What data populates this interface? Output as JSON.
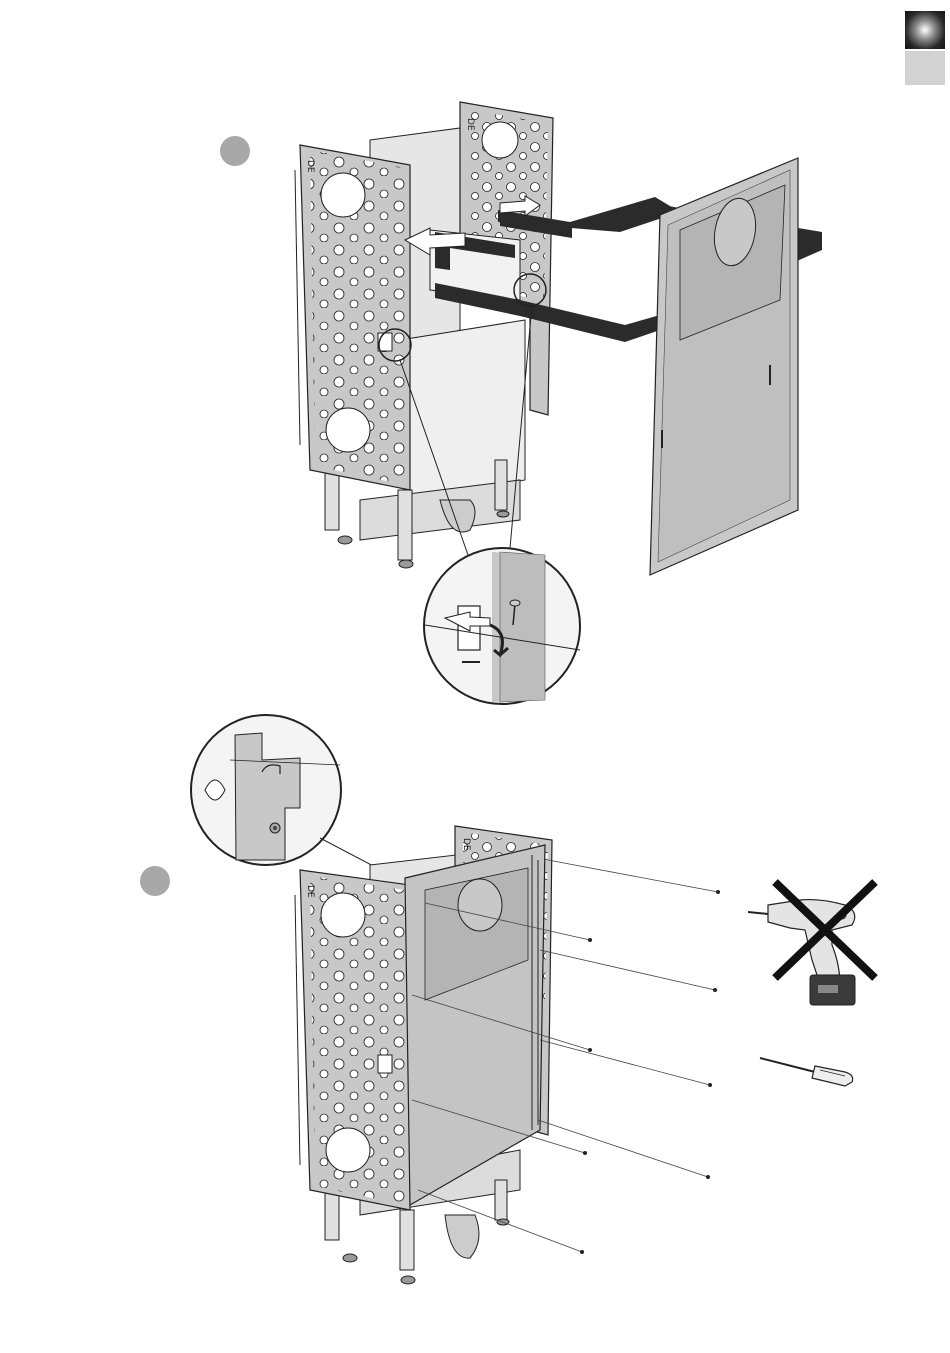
{
  "page": {
    "corner_tabs": [
      "dark-gradient-tab",
      "light-gray-tab"
    ],
    "steps": [
      {
        "id": "step-1",
        "marker": "gray-circle"
      },
      {
        "id": "step-2",
        "marker": "gray-circle"
      }
    ],
    "panel_marks": [
      "DE",
      "DE",
      "DE",
      "DE"
    ],
    "tools": [
      {
        "name": "cordless-drill-icon",
        "status": "prohibited"
      },
      {
        "name": "screwdriver-icon",
        "status": "allowed"
      }
    ],
    "colors": {
      "ink": "#222222",
      "panel": "#c8c8c8",
      "panel_dark": "#b4b4b4",
      "band": "#2b2b2b",
      "marker": "#a8a8a8"
    }
  }
}
